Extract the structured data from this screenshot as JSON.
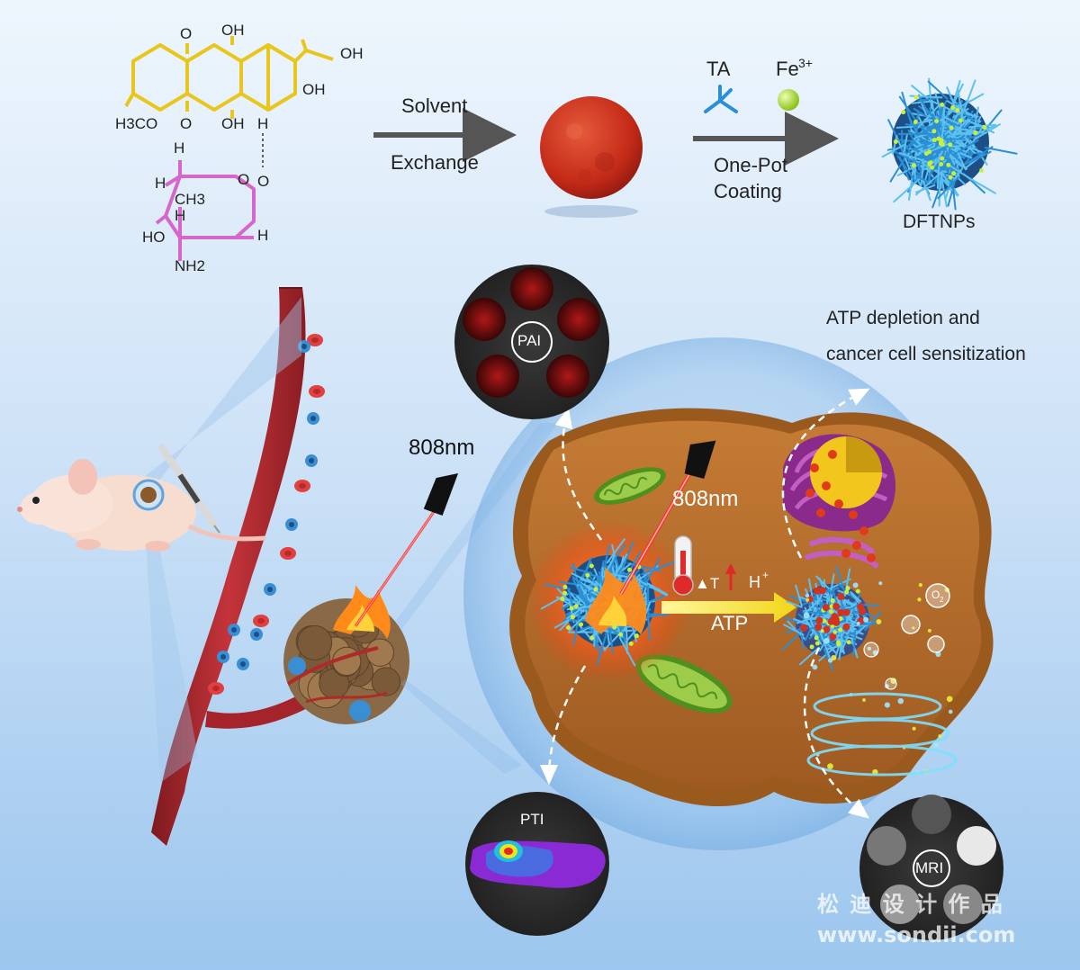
{
  "colors": {
    "background_top": "#eaf4fd",
    "background_bottom": "#a9cdf0",
    "molecule_yellow": "#e8c61c",
    "molecule_pink": "#d766cc",
    "nanoparticle_red": "#d2321f",
    "coating_blue": "#2a8fd4",
    "iron_green": "#a6d43a",
    "vessel_red": "#a5232a",
    "cell_brown": "#b5722c",
    "arrow_gray": "#555555",
    "arrow_yellow": "#f2e419"
  },
  "synthesis": {
    "atoms": {
      "oh_top": "OH",
      "oh_right": "OH",
      "oh_mid": "OH",
      "methoxy": "H3CO",
      "o_top": "O",
      "o_bottom": "O",
      "oh_bottom": "OH",
      "h_ring": "H",
      "sugar_h_top": "H",
      "sugar_h_left": "H",
      "sugar_ch3": "CH3",
      "sugar_h_mid": "H",
      "sugar_o_ring": "O",
      "sugar_o_link": "O",
      "sugar_h_right": "H",
      "sugar_ho": "HO",
      "sugar_nh2": "NH2"
    },
    "step1_top": "Solvent",
    "step1_bottom": "Exchange",
    "ta_label": "TA",
    "fe_label": "Fe",
    "fe_charge": "3+",
    "step2_top": "One-Pot",
    "step2_bottom": "Coating",
    "product_label": "DFTNPs"
  },
  "imaging": {
    "pai_label": "PAI",
    "pti_label": "PTI",
    "mri_label": "MRI"
  },
  "laser_label_outer": "808nm",
  "cell": {
    "laser_label": "808nm",
    "temp_label": "▲T",
    "proton_label": "H",
    "proton_charge": "+",
    "atp_label": "ATP",
    "oxygen_label": "O",
    "oxygen_sub": "2"
  },
  "sensitization_line1": "ATP depletion and",
  "sensitization_line2": "cancer cell sensitization",
  "watermark": {
    "line1": "松 迪 设 计 作 品",
    "line2": "www.sondii.com"
  }
}
